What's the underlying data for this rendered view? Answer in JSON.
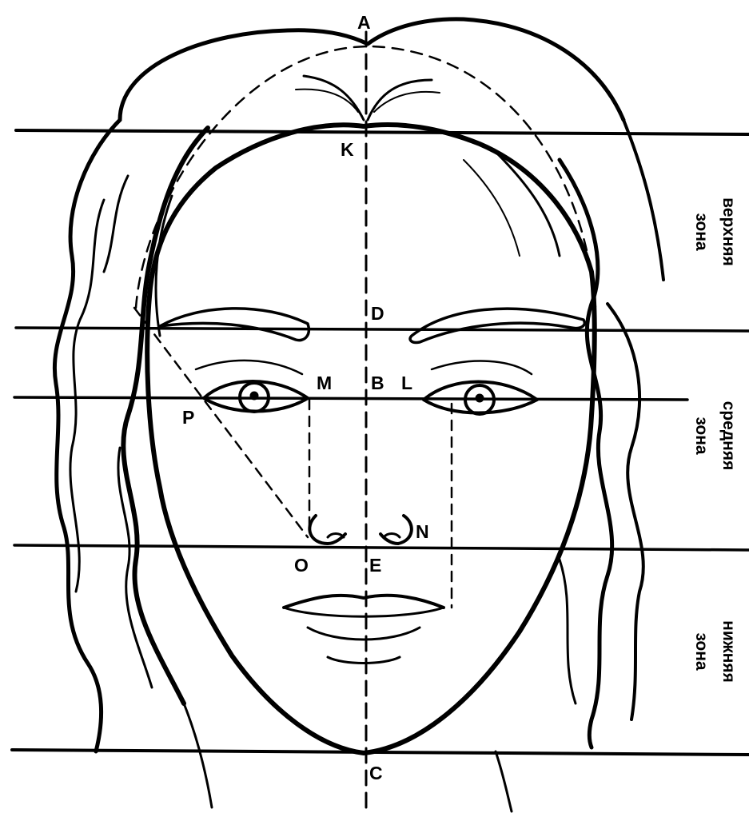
{
  "points": {
    "A": "A",
    "K": "K",
    "D": "D",
    "B": "B",
    "M": "M",
    "L": "L",
    "P": "P",
    "N": "N",
    "O": "O",
    "E": "E",
    "C": "C"
  },
  "zones": {
    "upper": {
      "line1": "верхняя",
      "line2": "зона"
    },
    "middle": {
      "line1": "средняя",
      "line2": "зона"
    },
    "lower": {
      "line1": "нижняя",
      "line2": "зона"
    }
  },
  "colors": {
    "ink": "#000000",
    "paper": "#ffffff"
  }
}
